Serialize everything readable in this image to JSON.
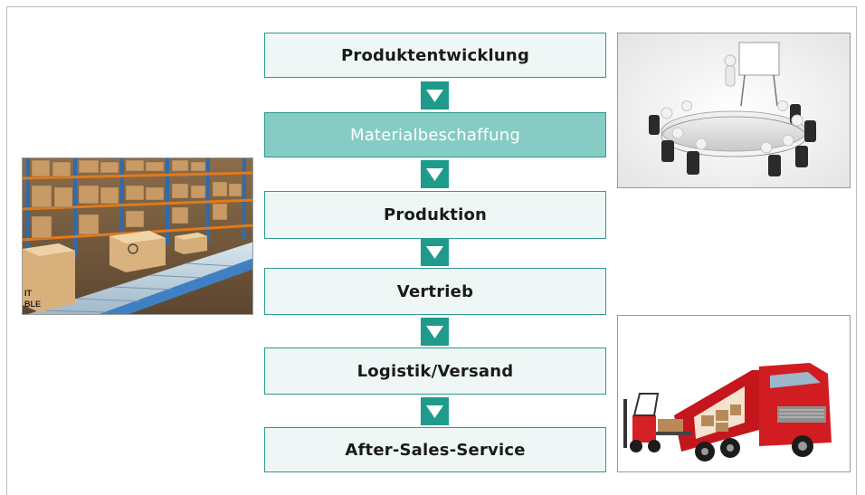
{
  "process": {
    "steps": [
      {
        "label": "Produktentwicklung",
        "active": false
      },
      {
        "label": "Materialbeschaffung",
        "active": true
      },
      {
        "label": "Produktion",
        "active": false
      },
      {
        "label": "Vertrieb",
        "active": false
      },
      {
        "label": "Logistik/Versand",
        "active": false
      },
      {
        "label": "After-Sales-Service",
        "active": false
      }
    ]
  },
  "colors": {
    "accent": "#1f9b8b",
    "box_fill": "#eef7f5",
    "active_fill": "#86cbc4"
  },
  "images": {
    "left": "warehouse-photo",
    "top_right": "meeting-photo",
    "bottom_right": "truck-forklift-photo"
  },
  "box_labels": {
    "box1": "IT",
    "box2": "BLE"
  }
}
